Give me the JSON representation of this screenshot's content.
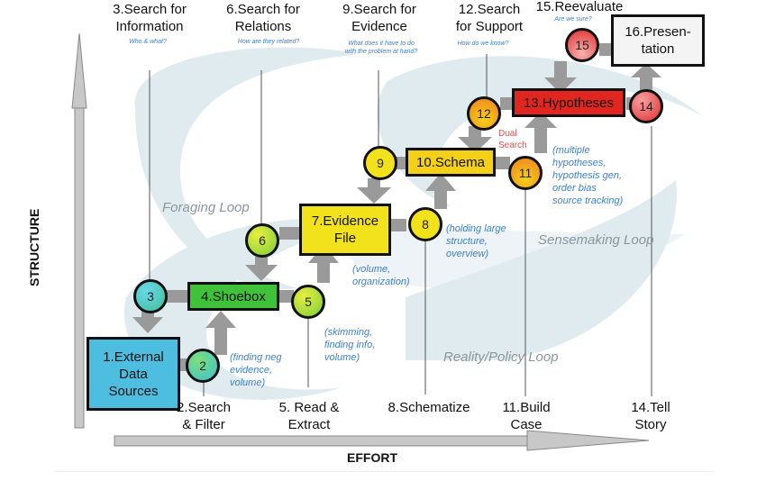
{
  "axes": {
    "y_label": "STRUCTURE",
    "x_label": "EFFORT"
  },
  "loops": {
    "foraging": "Foraging Loop",
    "sensemaking": "Sensemaking Loop",
    "reality": "Reality/Policy Loop"
  },
  "top_labels": [
    {
      "title": "3.Search for\nInformation",
      "subtitle": "Who & what?"
    },
    {
      "title": "6.Search for\nRelations",
      "subtitle": "How are they related?"
    },
    {
      "title": "9.Search for\nEvidence",
      "subtitle": "What does it have to do\nwith the problem at hand?"
    },
    {
      "title": "12.Search\nfor Support",
      "subtitle": "How do we know?"
    },
    {
      "title": "15.Reevaluate",
      "subtitle": "Are we sure?"
    }
  ],
  "bottom_labels": [
    "2.Search\n& Filter",
    "5. Read &\nExtract",
    "8.Schematize",
    "11.Build\nCase",
    "14.Tell\nStory"
  ],
  "boxes": {
    "b1": {
      "label": "1.External\nData\nSources",
      "color": "#4dbde0"
    },
    "b4": {
      "label": "4.Shoebox",
      "color": "#3fc23a"
    },
    "b7": {
      "label": "7.Evidence\nFile",
      "color": "#f2e21c"
    },
    "b10": {
      "label": "10.Schema",
      "color": "#f5d018"
    },
    "b13": {
      "label": "13.Hypotheses",
      "color": "#e0261e"
    },
    "b16": {
      "label": "16.Presen-\ntation",
      "color": "#f4f4f4"
    }
  },
  "circles": {
    "c2": "2",
    "c3": "3",
    "c5": "5",
    "c6": "6",
    "c8": "8",
    "c9": "9",
    "c11": "11",
    "c12": "12",
    "c14": "14",
    "c15": "15"
  },
  "notes": {
    "n2": "(finding neg\nevidence,\nvolume)",
    "n5": "(skimming,\nfinding info,\nvolume)",
    "n7": "(volume,\norganization)",
    "n8": "(holding large\nstructure,\noverview)",
    "n11": "(multiple\nhypotheses,\nhypothesis gen,\norder bias\nsource tracking)"
  },
  "dual_search": "Dual\nSearch"
}
